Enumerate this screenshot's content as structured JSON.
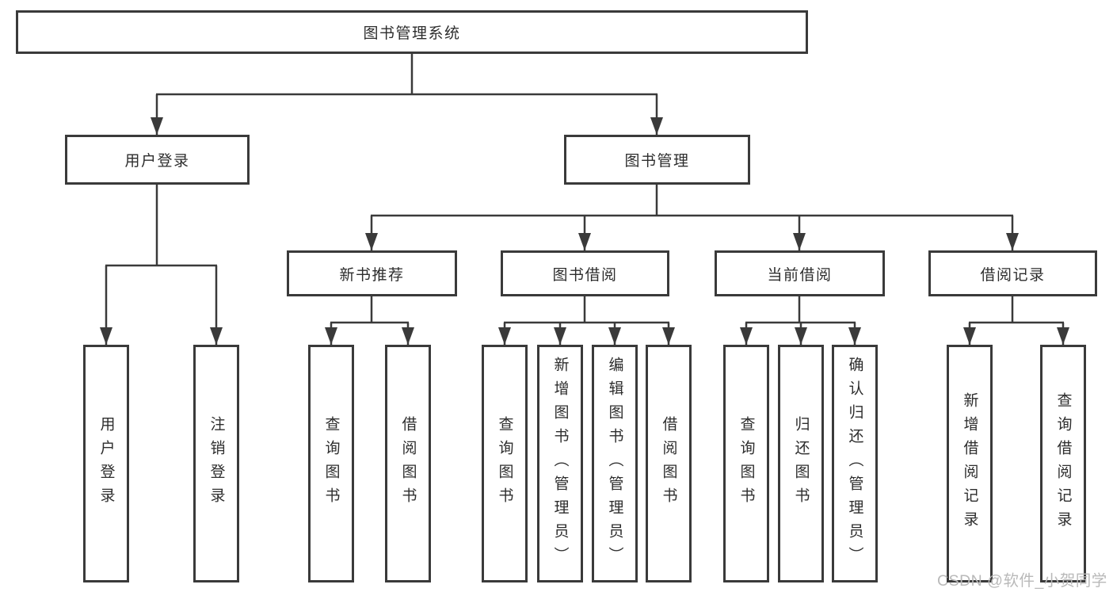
{
  "diagram": {
    "root": {
      "label": "图书管理系统"
    },
    "branches": [
      {
        "label": "用户登录",
        "children": [
          {
            "label": "用户登录"
          },
          {
            "label": "注销登录"
          }
        ]
      },
      {
        "label": "图书管理",
        "children": [
          {
            "label": "新书推荐",
            "children": [
              {
                "label": "查询图书"
              },
              {
                "label": "借阅图书"
              }
            ]
          },
          {
            "label": "图书借阅",
            "children": [
              {
                "label": "查询图书"
              },
              {
                "label": "新增图书（管理员）"
              },
              {
                "label": "编辑图书（管理员）"
              },
              {
                "label": "借阅图书"
              }
            ]
          },
          {
            "label": "当前借阅",
            "children": [
              {
                "label": "查询图书"
              },
              {
                "label": "归还图书"
              },
              {
                "label": "确认归还（管理员）"
              }
            ]
          },
          {
            "label": "借阅记录",
            "children": [
              {
                "label": "新增借阅记录"
              },
              {
                "label": "查询借阅记录"
              }
            ]
          }
        ]
      }
    ],
    "watermark": "CSDN @软件_小贺同学",
    "colors": {
      "line": "#3a3a3a",
      "text": "#2d2d2d",
      "watermark": "#b9b9b9",
      "background": "#ffffff"
    }
  }
}
